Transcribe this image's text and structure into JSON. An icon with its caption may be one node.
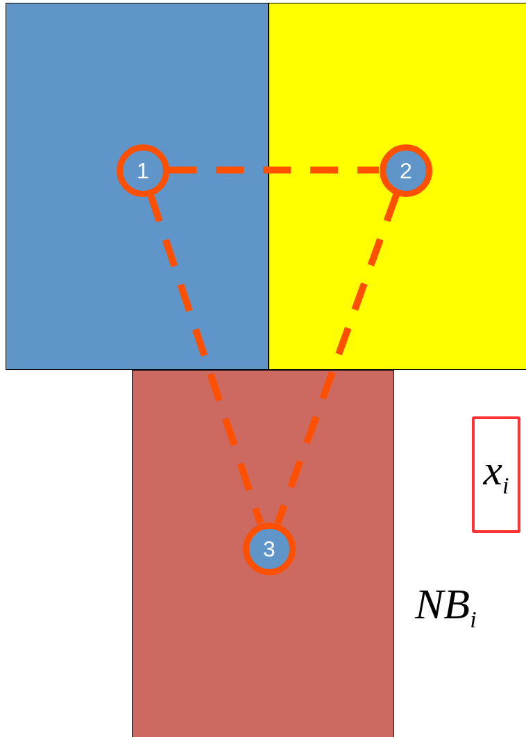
{
  "diagram": {
    "nodes": [
      {
        "text": [],
        "shape": "box"
      },
      {
        "text": [],
        "shape": "box"
      },
      {
        "text": [],
        "shape": "box"
      },
      {
        "text": [
          "1"
        ],
        "in": 0
      },
      {
        "text": [
          "2"
        ],
        "in": 1
      },
      {
        "text": [
          "3"
        ],
        "in": 2
      },
      {
        "text": [
          "x$_{i}$"
        ]
      }
    ],
    "edges": [
      {
        "from": 3,
        "to": 4,
        "arrow": "none",
        "style": "dashed"
      },
      {
        "from": 3,
        "to": 5,
        "arrow": "none",
        "style": "dashed"
      },
      {
        "from": 4,
        "to": 5,
        "arrow": "none",
        "style": "dashed"
      }
    ],
    "labels": [
      "NB$_{i}$"
    ]
  }
}
